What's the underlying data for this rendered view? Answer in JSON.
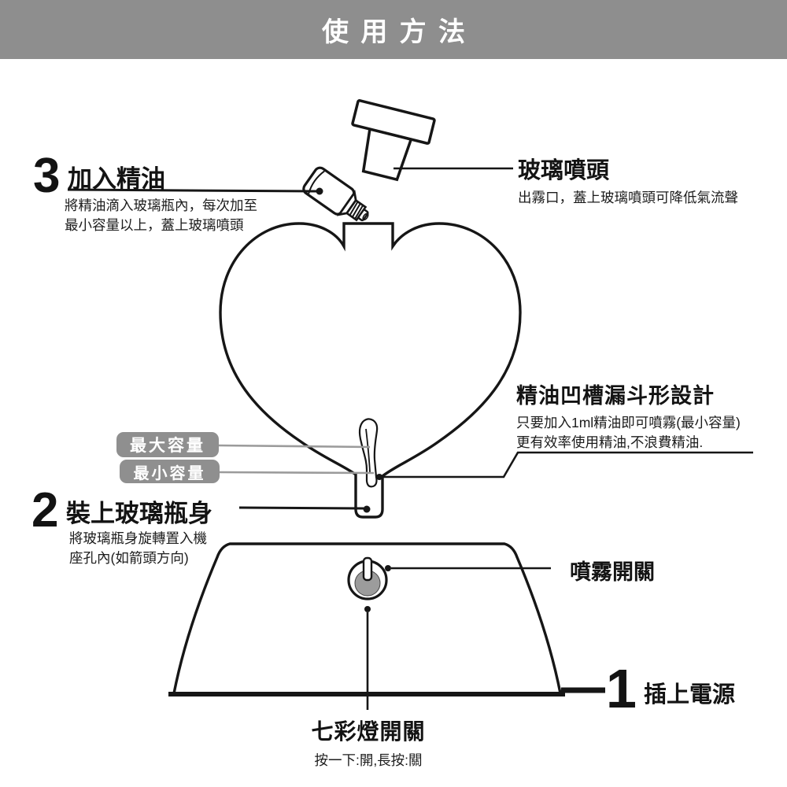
{
  "banner": {
    "title": "使用方法"
  },
  "colors": {
    "banner_bg": "#8e8e8e",
    "label_box_bg": "#8f8f8f",
    "gray_leader_line": "#9b9b9b",
    "ink": "#161616",
    "power_button_fill": "#9c9c9c"
  },
  "steps": {
    "step3": {
      "number": "3",
      "heading": "加入精油",
      "line1": "將精油滴入玻璃瓶內，每次加至",
      "line2": "最小容量以上，蓋上玻璃噴頭"
    },
    "step2": {
      "number": "2",
      "heading": "裝上玻璃瓶身",
      "line1": "將玻璃瓶身旋轉置入機",
      "line2": "座孔內(如箭頭方向)"
    },
    "step1": {
      "number": "1",
      "heading": "插上電源"
    }
  },
  "labels": {
    "nozzle": {
      "heading": "玻璃噴頭",
      "desc": "出霧口，蓋上玻璃噴頭可降低氣流聲"
    },
    "funnel": {
      "heading": "精油凹槽漏斗形設計",
      "line1": "只要加入1ml精油即可噴霧(最小容量)",
      "line2": "更有效率使用精油,不浪費精油."
    },
    "max_capacity": "最大容量",
    "min_capacity": "最小容量",
    "spray_switch": "噴霧開關",
    "light_switch": {
      "heading": "七彩燈開關",
      "desc": "按一下:開,長按:關"
    }
  },
  "illustration_parts": [
    "glass-nozzle",
    "oil-dropper-bottle",
    "heart-glass-bottle",
    "oil-groove-funnel",
    "machine-base",
    "power-button"
  ]
}
